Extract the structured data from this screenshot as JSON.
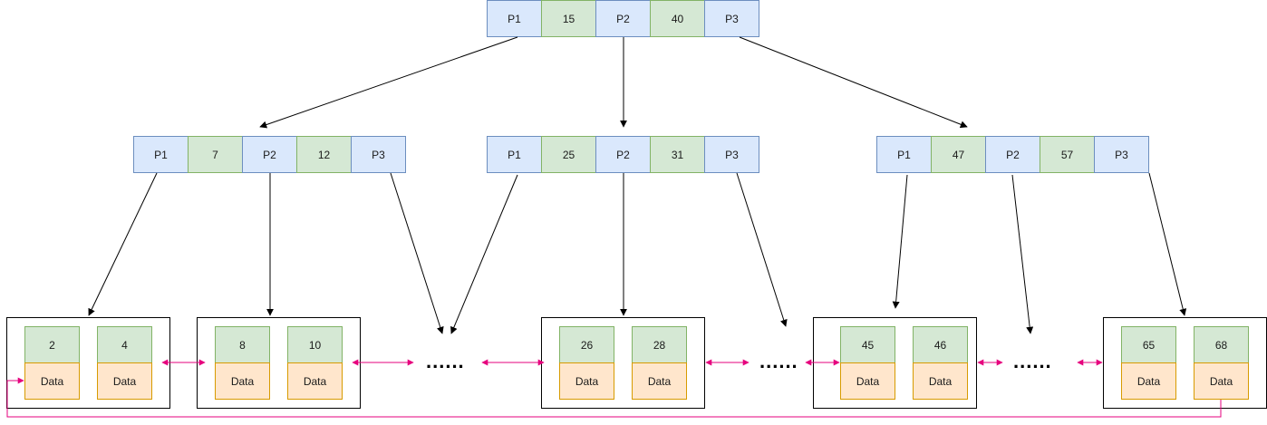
{
  "colors": {
    "pointer_fill": "#dae8fc",
    "key_fill": "#d5e8d4",
    "data_fill": "#ffe6cc",
    "link_color": "#e6007e",
    "edge_color": "#000000"
  },
  "root": {
    "cells": [
      "P1",
      "15",
      "P2",
      "40",
      "P3"
    ]
  },
  "internal": [
    {
      "cells": [
        "P1",
        "7",
        "P2",
        "12",
        "P3"
      ]
    },
    {
      "cells": [
        "P1",
        "25",
        "P2",
        "31",
        "P3"
      ]
    },
    {
      "cells": [
        "P1",
        "47",
        "P2",
        "57",
        "P3"
      ]
    }
  ],
  "leaves": [
    {
      "keys": [
        "2",
        "4"
      ],
      "data": [
        "Data",
        "Data"
      ]
    },
    {
      "keys": [
        "8",
        "10"
      ],
      "data": [
        "Data",
        "Data"
      ]
    },
    {
      "keys": [
        "26",
        "28"
      ],
      "data": [
        "Data",
        "Data"
      ]
    },
    {
      "keys": [
        "45",
        "46"
      ],
      "data": [
        "Data",
        "Data"
      ]
    },
    {
      "keys": [
        "65",
        "68"
      ],
      "data": [
        "Data",
        "Data"
      ]
    }
  ],
  "ellipsis": "......"
}
